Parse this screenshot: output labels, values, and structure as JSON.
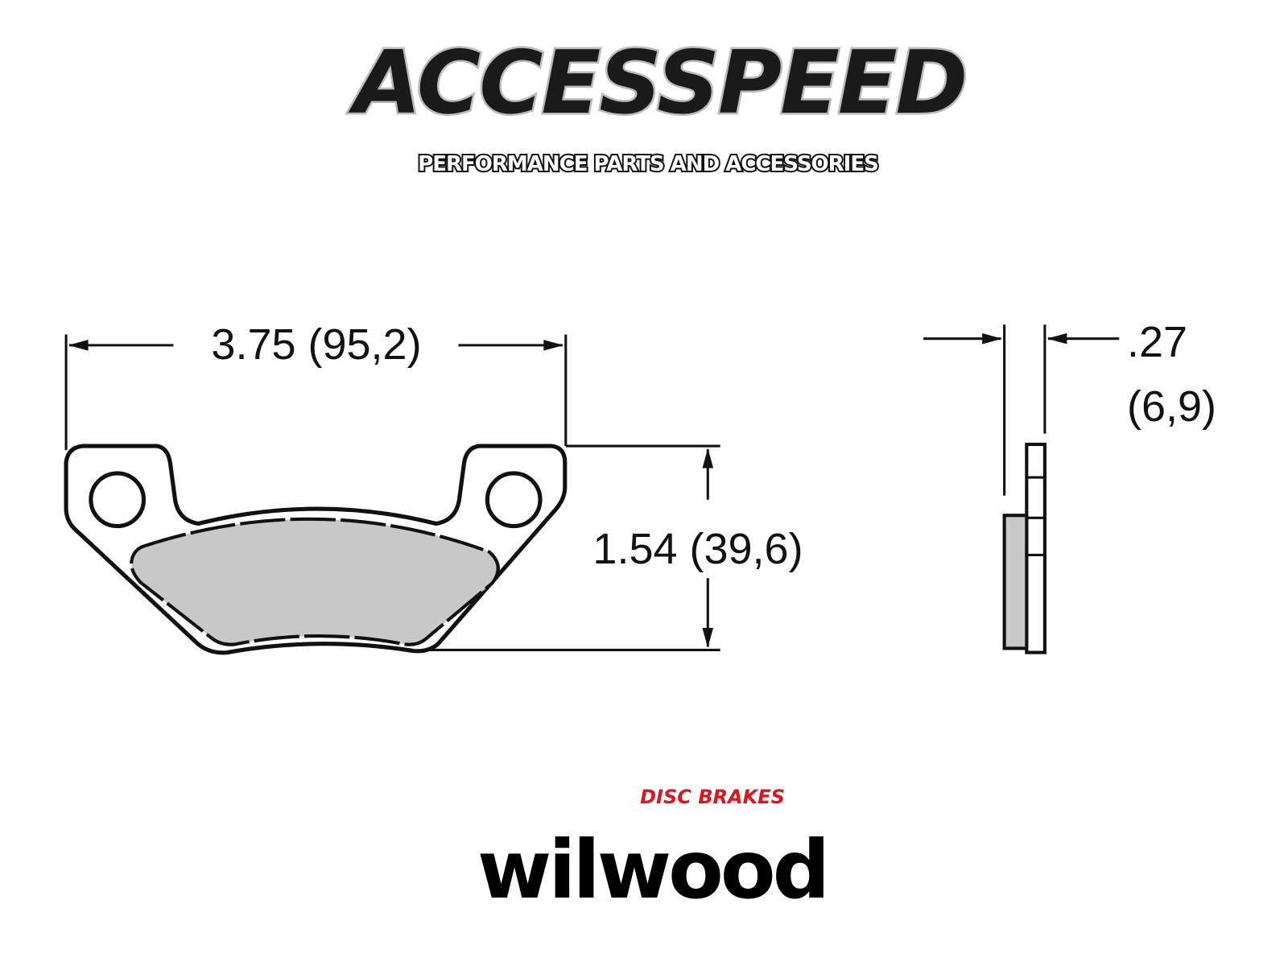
{
  "brand_logo": {
    "name": "ACCESSPEED",
    "tagline": "PERFORMANCE PARTS AND ACCESSORIES"
  },
  "dimensions": {
    "width": "3.75 (95,2)",
    "height": "1.54 (39,6)",
    "thickness_in": ".27",
    "thickness_mm": "(6,9)"
  },
  "maker_logo": {
    "name": "wilwood",
    "tagline": "DISC BRAKES"
  },
  "colors": {
    "friction": "#c8c8c8",
    "line": "#111111",
    "tagline_red": "#e0141e"
  }
}
